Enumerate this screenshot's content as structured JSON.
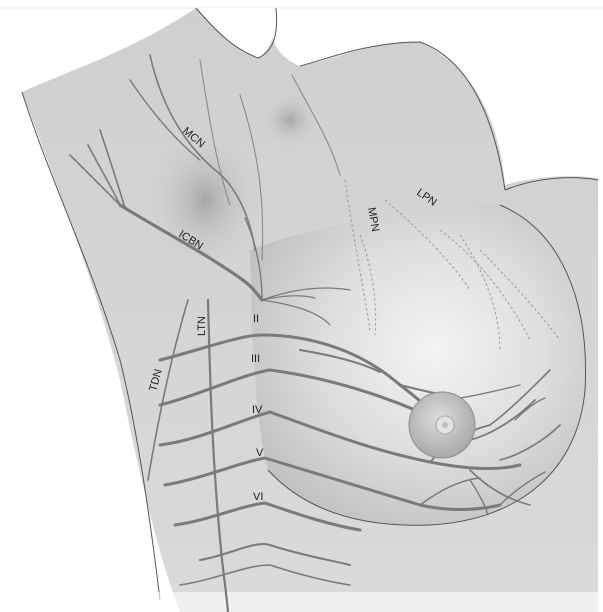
{
  "figure": {
    "labels": {
      "mcn": "MCN",
      "icbn": "ICBN",
      "ltn": "LTN",
      "tdn": "TDN",
      "mpn": "MPN",
      "lpn": "LPN",
      "ii": "II",
      "iii": "III",
      "iv": "IV",
      "v": "V",
      "vi": "VI"
    }
  },
  "colors": {
    "skin": "#d4d4d4",
    "skin_light": "#e6e6e6",
    "nerve": "#7a7a7a",
    "areola": "#bdbdbd",
    "nipple": "#e2e2e2"
  }
}
